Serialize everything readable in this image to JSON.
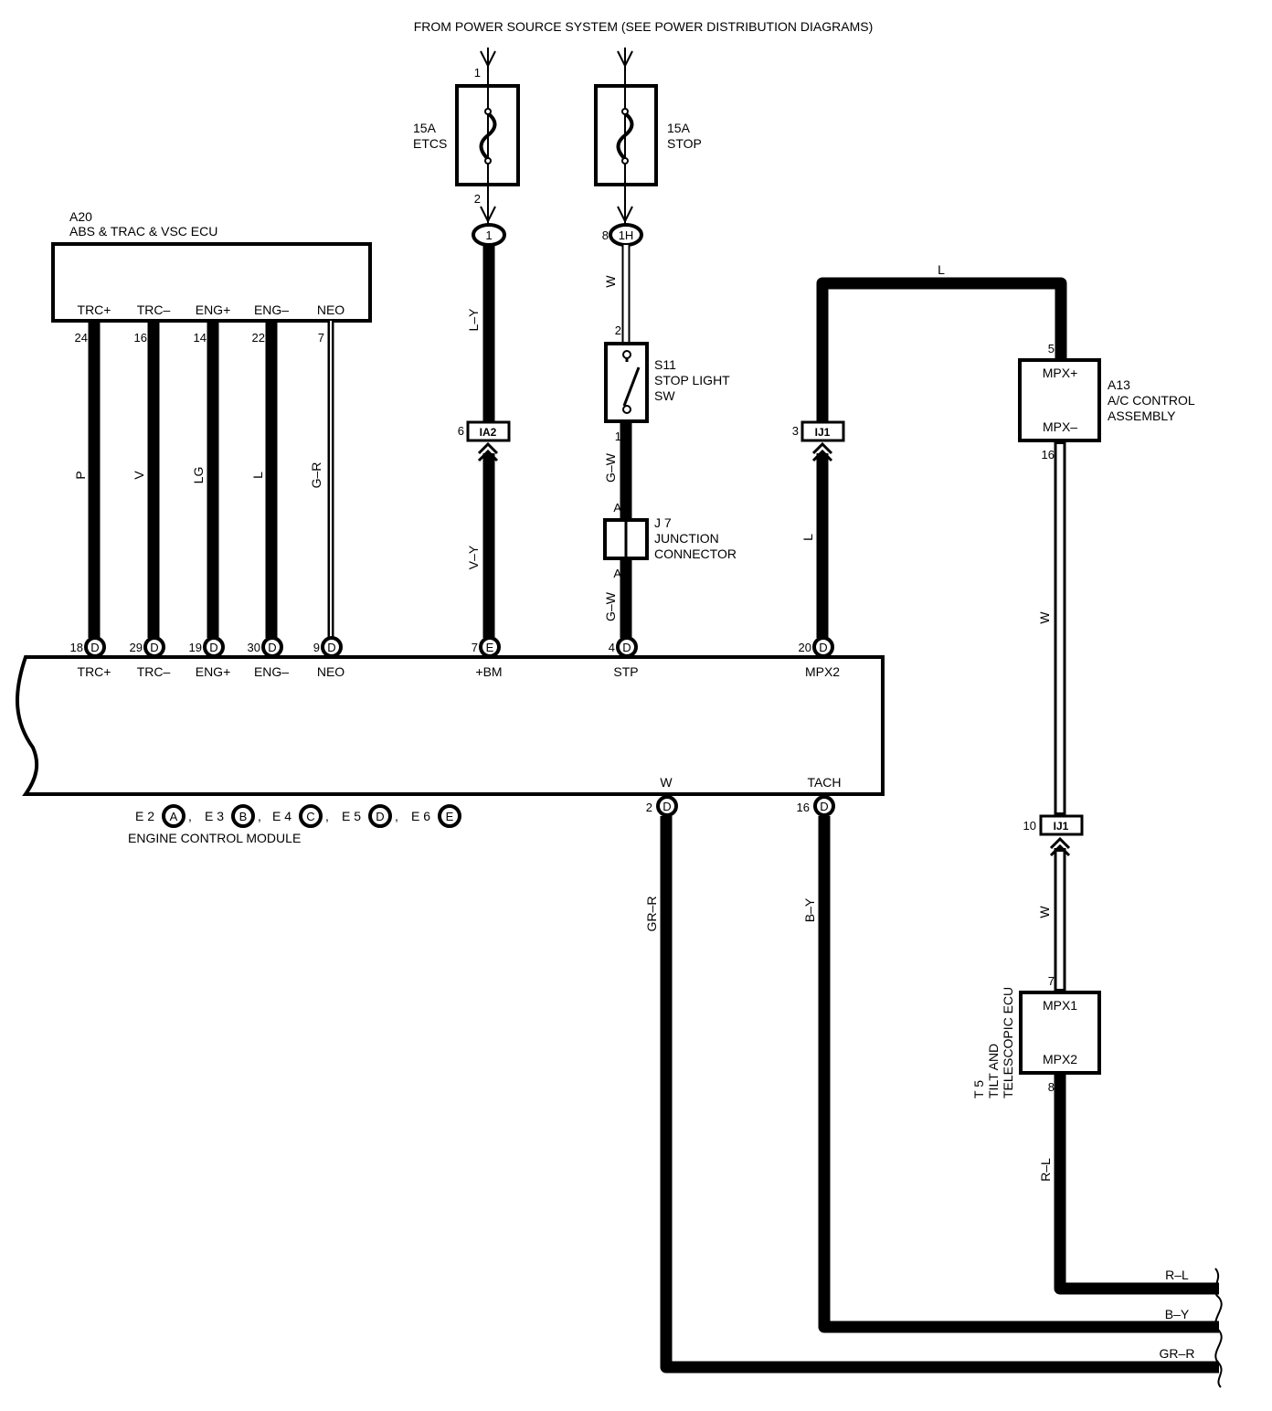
{
  "power_source": "FROM POWER SOURCE SYSTEM (SEE POWER DISTRIBUTION DIAGRAMS)",
  "fuse_etcs": {
    "rating": "15A",
    "name": "ETCS",
    "pin_in": "1",
    "pin_out": "2",
    "conn": "1",
    "wire_color": "L–Y"
  },
  "fuse_stop": {
    "rating": "15A",
    "name": "STOP",
    "pin_out": "8",
    "conn": "1H",
    "wire_color": "W"
  },
  "abs_ecu": {
    "code": "A20",
    "name": "ABS & TRAC & VSC ECU",
    "terminals": [
      {
        "name": "TRC+",
        "pin": "24",
        "wire": "P"
      },
      {
        "name": "TRC–",
        "pin": "16",
        "wire": "V"
      },
      {
        "name": "ENG+",
        "pin": "14",
        "wire": "LG"
      },
      {
        "name": "ENG–",
        "pin": "22",
        "wire": "L"
      },
      {
        "name": "NEO",
        "pin": "7",
        "wire": "G–R"
      }
    ]
  },
  "stop_switch": {
    "code": "S11",
    "line1": "STOP LIGHT",
    "line2": "SW",
    "pin_top": "2",
    "pin_bottom": "1",
    "wire_out": "G–W"
  },
  "junction": {
    "code": "J 7",
    "line1": "JUNCTION",
    "line2": "CONNECTOR",
    "pin_a_top": "A",
    "pin_a_bottom": "A",
    "wire_out": "G–W"
  },
  "ia2": {
    "conn": "IA2",
    "pin": "6",
    "wire_below": "V–Y"
  },
  "ij1_upper": {
    "conn": "IJ1",
    "pin": "3",
    "wire_below": "L"
  },
  "ij1_lower": {
    "conn": "IJ1",
    "pin": "10",
    "wire_above": "W",
    "wire_below": "W"
  },
  "top_wire": "L",
  "ac_control": {
    "code": "A13",
    "line1": "A/C CONTROL",
    "line2": "ASSEMBLY",
    "t1": "MPX+",
    "t2": "MPX–",
    "pin_top": "5",
    "pin_bottom": "16"
  },
  "tilt_ecu": {
    "code": "T 5",
    "line1": "TILT AND",
    "line2": "TELESCOPIC ECU",
    "t1": "MPX1",
    "t2": "MPX2",
    "pin_top": "7",
    "pin_bottom": "8",
    "wire_below": "R–L"
  },
  "ecm": {
    "name": "ENGINE CONTROL MODULE",
    "top_terminals": [
      {
        "name": "TRC+",
        "pin": "18",
        "conn": "D"
      },
      {
        "name": "TRC–",
        "pin": "29",
        "conn": "D"
      },
      {
        "name": "ENG+",
        "pin": "19",
        "conn": "D"
      },
      {
        "name": "ENG–",
        "pin": "30",
        "conn": "D"
      },
      {
        "name": "NEO",
        "pin": "9",
        "conn": "D"
      },
      {
        "name": "+BM",
        "pin": "7",
        "conn": "E"
      },
      {
        "name": "STP",
        "pin": "4",
        "conn": "D"
      },
      {
        "name": "MPX2",
        "pin": "20",
        "conn": "D"
      }
    ],
    "bottom_terminals": [
      {
        "name": "W",
        "pin": "2",
        "conn": "D",
        "wire": "GR–R"
      },
      {
        "name": "TACH",
        "pin": "16",
        "conn": "D",
        "wire": "B–Y"
      }
    ],
    "connectors": [
      {
        "label": "E 2",
        "letter": "A"
      },
      {
        "label": "E 3",
        "letter": "B"
      },
      {
        "label": "E 4",
        "letter": "C"
      },
      {
        "label": "E 5",
        "letter": "D"
      },
      {
        "label": "E 6",
        "letter": "E"
      }
    ],
    "separators": [
      ",",
      ",",
      ",",
      ","
    ]
  },
  "exit_wires": [
    "R–L",
    "B–Y",
    "GR–R"
  ]
}
